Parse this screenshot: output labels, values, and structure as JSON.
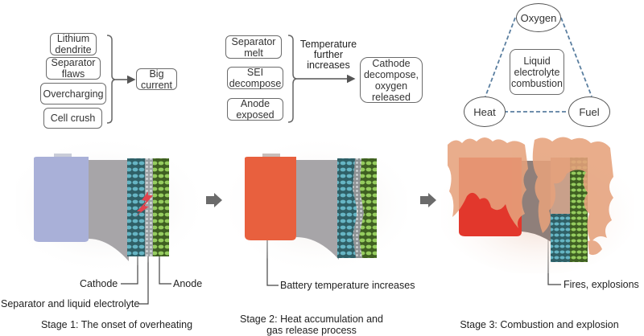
{
  "stage1": {
    "causes": [
      "Lithium\ndendrite",
      "Separator\nflaws",
      "Overcharging",
      "Cell crush"
    ],
    "result": "Big\ncurrent",
    "labels": {
      "cathode": "Cathode",
      "anode": "Anode",
      "separator": "Separator and liquid electrolyte"
    },
    "caption": "Stage 1: The onset of overheating",
    "colors": {
      "cell": "#aab0d6",
      "cathode": "#5aa7b5",
      "anode": "#8cc45a",
      "spark": "#e0444f"
    }
  },
  "stage2": {
    "causes": [
      "Separator\nmelt",
      "SEI\ndecompose",
      "Anode\nexposed"
    ],
    "arrow_label": "Temperature\nfurther\nincreases",
    "result": "Cathode\ndecompose,\noxygen\nreleased",
    "labels": {
      "temperature": "Battery temperature increases"
    },
    "caption": "Stage 2: Heat accumulation and\ngas release process",
    "colors": {
      "cell": "#e8603e"
    }
  },
  "stage3": {
    "triangle": {
      "top": "Oxygen",
      "left": "Heat",
      "right": "Fuel",
      "center": "Liquid\nelectrolyte\ncombustion"
    },
    "labels": {
      "fires": "Fires, explosions"
    },
    "caption": "Stage 3: Combustion and explosion",
    "colors": {
      "cell": "#e2372c",
      "fire": "#e8a47e",
      "dash": "#5b7fa0"
    }
  }
}
